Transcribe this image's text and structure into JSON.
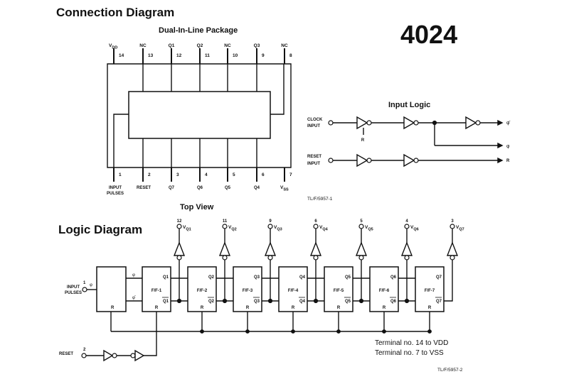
{
  "titles": {
    "connection_diagram": "Connection Diagram",
    "package": "Dual-In-Line Package",
    "part_number": "4024",
    "top_view": "Top View",
    "input_logic": "Input Logic",
    "logic_diagram": "Logic Diagram"
  },
  "package": {
    "top_pins": [
      {
        "num": "14",
        "name": "VDD"
      },
      {
        "num": "13",
        "name": "NC"
      },
      {
        "num": "12",
        "name": "Q1"
      },
      {
        "num": "11",
        "name": "Q2"
      },
      {
        "num": "10",
        "name": "NC"
      },
      {
        "num": "9",
        "name": "Q3"
      },
      {
        "num": "8",
        "name": "NC"
      }
    ],
    "bottom_pins": [
      {
        "num": "1",
        "name": "INPUT PULSES"
      },
      {
        "num": "2",
        "name": "RESET"
      },
      {
        "num": "3",
        "name": "Q7"
      },
      {
        "num": "4",
        "name": "Q6"
      },
      {
        "num": "5",
        "name": "Q5"
      },
      {
        "num": "6",
        "name": "Q4"
      },
      {
        "num": "7",
        "name": "VSS"
      }
    ],
    "ref": "TL/F/5957-1"
  },
  "input_logic": {
    "clock_label_1": "CLOCK",
    "clock_label_2": "INPUT",
    "reset_label_1": "RESET",
    "reset_label_2": "INPUT",
    "r_tap": "R",
    "out_phi_bar": "φ̄",
    "out_phi": "φ",
    "out_r": "R"
  },
  "logic": {
    "input_label_1": "INPUT",
    "input_label_2": "PULSES",
    "input_pin": "1",
    "input_phi": "φ",
    "buffer_r": "R",
    "phi": "φ",
    "phi_bar": "φ̄",
    "flipflops": [
      {
        "name": "F/F-1",
        "q": "Q1",
        "qbar": "Q1",
        "r": "R"
      },
      {
        "name": "F/F-2",
        "q": "Q2",
        "qbar": "Q2",
        "r": "R"
      },
      {
        "name": "F/F-3",
        "q": "Q3",
        "qbar": "Q3",
        "r": "R"
      },
      {
        "name": "F/F-4",
        "q": "Q4",
        "qbar": "Q4",
        "r": "R"
      },
      {
        "name": "F/F-5",
        "q": "Q5",
        "qbar": "Q5",
        "r": "R"
      },
      {
        "name": "F/F-6",
        "q": "Q6",
        "qbar": "Q6",
        "r": "R"
      },
      {
        "name": "F/F-7",
        "q": "Q7",
        "qbar": "Q7",
        "r": "R"
      }
    ],
    "outputs": [
      {
        "pin": "12",
        "label": "VQ1"
      },
      {
        "pin": "11",
        "label": "VQ2"
      },
      {
        "pin": "9",
        "label": "VQ3"
      },
      {
        "pin": "6",
        "label": "VQ4"
      },
      {
        "pin": "5",
        "label": "VQ5"
      },
      {
        "pin": "4",
        "label": "VQ6"
      },
      {
        "pin": "3",
        "label": "VQ7"
      }
    ],
    "reset_label": "RESET",
    "reset_pin": "2",
    "note_1": "Terminal no. 14 to VDD",
    "note_2": "Terminal no. 7 to VSS",
    "ref": "TL/F/5957-2"
  }
}
